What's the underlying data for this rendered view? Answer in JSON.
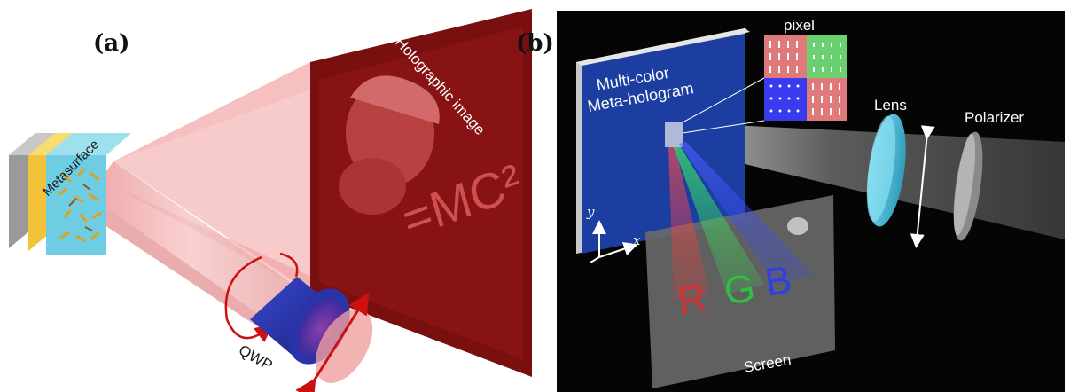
{
  "panels": [
    {
      "id": "a",
      "label": "(a)",
      "texts": {
        "metasurface": "Metasurface",
        "holographic_image": "Holographic image",
        "qwp": "QWP",
        "equation": "=MC²"
      }
    },
    {
      "id": "b",
      "label": "(b)",
      "texts": {
        "pixel": "pixel",
        "title_line1": "Multi-color",
        "title_line2": "Meta-hologram",
        "lens": "Lens",
        "polarizer": "Polarizer",
        "screen": "Screen",
        "r": "R",
        "g": "G",
        "b": "B",
        "axis_x": "x",
        "axis_y": "y"
      }
    }
  ],
  "colors": {
    "laser_red": "#e08080",
    "gold": "#f2c23a",
    "cyan": "#5fc4dc",
    "qwp_blue": "#2a34a8",
    "hologram_blue": "#1b3ea0",
    "dark_bg": "#050505"
  }
}
